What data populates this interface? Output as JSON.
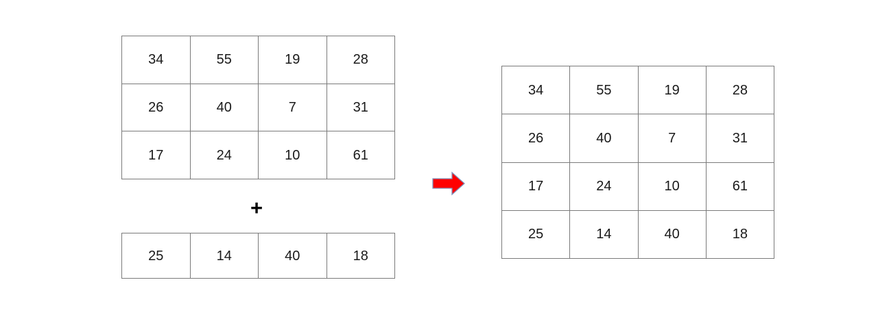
{
  "diagram": {
    "type": "matrix-row-append",
    "background_color": "#ffffff",
    "operator": {
      "symbol": "+",
      "name": "plus-sign",
      "color": "#000000"
    },
    "arrow": {
      "name": "red-right-arrow",
      "direction": "right",
      "fill_color": "#ff0000",
      "stroke_color": "#8090b8"
    },
    "style": {
      "cell_text_color": "#1a1a1a",
      "grid_line_color": "#7a7a7a",
      "outer_border_color": "#4d4d4d"
    }
  },
  "matrix_a": {
    "name": "source-matrix",
    "rows": 3,
    "cols": 4,
    "values": [
      [
        "34",
        "55",
        "19",
        "28"
      ],
      [
        "26",
        "40",
        "7",
        "31"
      ],
      [
        "17",
        "24",
        "10",
        "61"
      ]
    ]
  },
  "matrix_b": {
    "name": "appended-row",
    "rows": 1,
    "cols": 4,
    "values": [
      [
        "25",
        "14",
        "40",
        "18"
      ]
    ]
  },
  "matrix_result": {
    "name": "result-matrix",
    "rows": 4,
    "cols": 4,
    "values": [
      [
        "34",
        "55",
        "19",
        "28"
      ],
      [
        "26",
        "40",
        "7",
        "31"
      ],
      [
        "17",
        "24",
        "10",
        "61"
      ],
      [
        "25",
        "14",
        "40",
        "18"
      ]
    ]
  }
}
